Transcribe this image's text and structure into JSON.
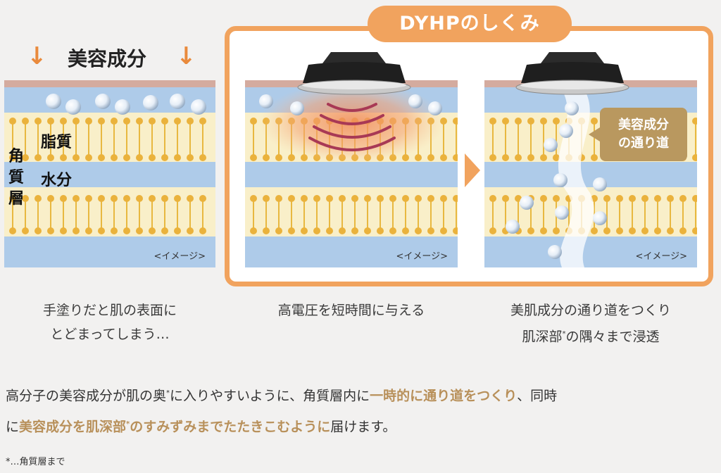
{
  "title": "DYHPのしくみ",
  "panel_left": {
    "heading": "美容成分",
    "label_lipid": "脂質",
    "label_water": "水分",
    "label_stratum": "角質層",
    "image_label": "<イメージ>"
  },
  "panel_middle": {
    "image_label": "<イメージ>"
  },
  "panel_right": {
    "image_label": "<イメージ>",
    "callout_line1": "美容成分",
    "callout_line2": "の通り道"
  },
  "captions": {
    "left_line1": "手塗りだと肌の表面に",
    "left_line2": "とどまってしまう…",
    "middle": "高電圧を短時間に与える",
    "right_line1": "美肌成分の通り道をつくり",
    "right_line2_a": "肌深部",
    "right_line2_sup": "*",
    "right_line2_b": "の隅々まで浸透"
  },
  "description": {
    "l1_a": "高分子の美容成分が肌の奥",
    "l1_sup": "*",
    "l1_b": "に入りやすいように、角質層内に",
    "l1_hl": "一時的に通り道をつくり",
    "l1_c": "、同時",
    "l2_a": "に",
    "l2_hl1": "美容成分を肌深部",
    "l2_sup": "*",
    "l2_hl2": "のすみずみまでたたきこむように",
    "l2_b": "届けます。"
  },
  "footnote": "*…角質層まで",
  "colors": {
    "accent": "#f1a35e",
    "highlight": "#b8905a",
    "blue_band": "#aecbe9",
    "yellow_band": "#f9efc9"
  }
}
